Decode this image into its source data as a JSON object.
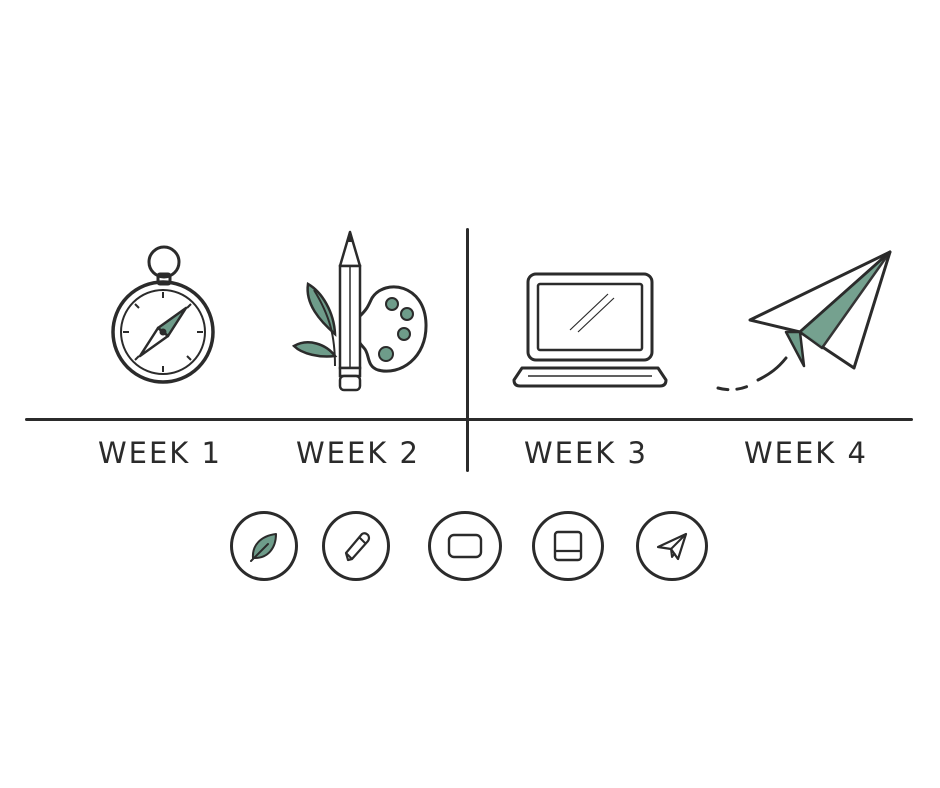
{
  "weeks": [
    {
      "label": "WEEK 1",
      "icon": "compass-icon"
    },
    {
      "label": "WEEK 2",
      "icon": "pencil-palette-icon"
    },
    {
      "label": "WEEK 3",
      "icon": "laptop-icon"
    },
    {
      "label": "WEEK 4",
      "icon": "paper-plane-icon"
    }
  ],
  "badges": [
    {
      "icon": "leaf-icon"
    },
    {
      "icon": "pencil-icon"
    },
    {
      "icon": "screen-icon"
    },
    {
      "icon": "tablet-icon"
    },
    {
      "icon": "send-icon"
    }
  ],
  "colors": {
    "ink": "#2b2b2b",
    "accent_green": "#6e9c8a"
  }
}
